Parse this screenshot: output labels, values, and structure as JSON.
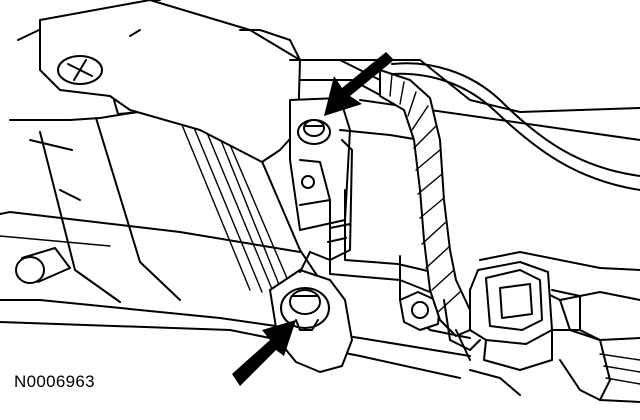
{
  "figure": {
    "id_label": "N0006963"
  },
  "callouts": [
    {
      "name": "upper-bolt-arrow",
      "color": "#000000"
    },
    {
      "name": "lower-bolt-arrow",
      "color": "#000000"
    }
  ]
}
